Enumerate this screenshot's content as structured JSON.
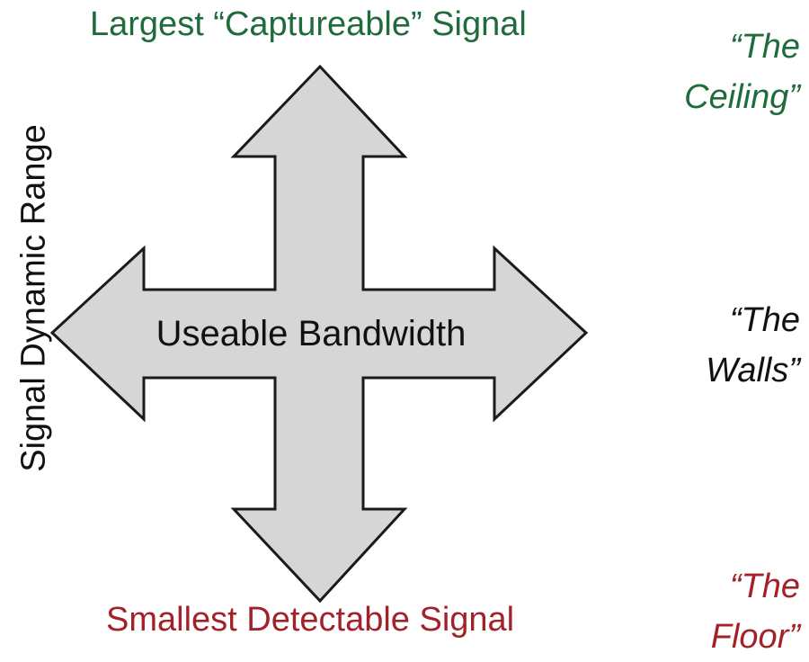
{
  "diagram": {
    "top_label": "Largest “Captureable” Signal",
    "bottom_label": "Smallest Detectable Signal",
    "y_axis_label": "Signal Dynamic Range",
    "center_label": "Useable Bandwidth",
    "side_labels": {
      "ceiling": {
        "line1": "“The",
        "line2": "Ceiling”"
      },
      "walls": {
        "line1": "“The",
        "line2": "Walls”"
      },
      "floor": {
        "line1": "“The",
        "line2": "Floor”"
      }
    },
    "colors": {
      "ceiling_green": "#1f6b3c",
      "floor_red": "#a3222a",
      "arrow_fill": "#d6d6d6",
      "arrow_stroke": "#1a1a1a",
      "text_dark": "#111111"
    }
  }
}
